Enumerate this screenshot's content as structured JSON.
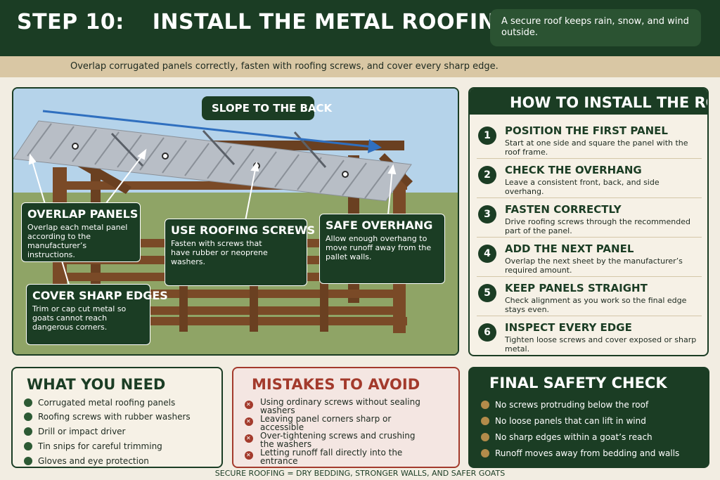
{
  "header": {
    "step": "STEP 10:",
    "title": "INSTALL THE METAL ROOFING",
    "callout": "A secure roof keeps rain, snow, and wind outside."
  },
  "subtitle": "Overlap corrugated panels correctly, fasten with roofing screws, and cover every sharp edge.",
  "diagram": {
    "slope_label": "SLOPE TO THE BACK",
    "callouts": [
      {
        "title": "OVERLAP PANELS",
        "text": "Overlap each metal panel according to the manufacturer’s instructions."
      },
      {
        "title": "USE ROOFING SCREWS",
        "text": "Fasten with screws that have rubber or neoprene washers."
      },
      {
        "title": "SAFE OVERHANG",
        "text": "Allow enough overhang to move runoff away from the pallet walls."
      },
      {
        "title": "COVER SHARP EDGES",
        "text": "Trim or cap cut metal so goats cannot reach dangerous corners."
      }
    ]
  },
  "steps": {
    "title": "HOW TO INSTALL THE ROOF",
    "items": [
      {
        "num": "1",
        "title": "POSITION THE FIRST PANEL",
        "text": "Start at one side and square the panel with the roof frame."
      },
      {
        "num": "2",
        "title": "CHECK THE OVERHANG",
        "text": "Leave a consistent front, back, and side overhang."
      },
      {
        "num": "3",
        "title": "FASTEN CORRECTLY",
        "text": "Drive roofing screws through the recommended part of the panel."
      },
      {
        "num": "4",
        "title": "ADD THE NEXT PANEL",
        "text": "Overlap the next sheet by the manufacturer’s required amount."
      },
      {
        "num": "5",
        "title": "KEEP PANELS STRAIGHT",
        "text": "Check alignment as you work so the final edge stays even."
      },
      {
        "num": "6",
        "title": "INSPECT EVERY EDGE",
        "text": "Tighten loose screws and cover exposed or sharp metal."
      }
    ]
  },
  "need": {
    "title": "WHAT YOU NEED",
    "items": [
      "Corrugated metal roofing panels",
      "Roofing screws with rubber washers",
      "Drill or impact driver",
      "Tin snips for careful trimming",
      "Gloves and eye protection"
    ]
  },
  "mistakes": {
    "title": "MISTAKES TO AVOID",
    "items": [
      {
        "l1": "Using ordinary screws without sealing",
        "l2": "washers"
      },
      {
        "l1": "Leaving panel corners sharp or",
        "l2": "accessible"
      },
      {
        "l1": "Over-tightening screws and crushing",
        "l2": "the washers"
      },
      {
        "l1": "Letting runoff fall directly into the",
        "l2": "entrance"
      }
    ]
  },
  "final": {
    "title": "FINAL SAFETY CHECK",
    "items": [
      "No screws protruding below the roof",
      "No loose panels that can lift in wind",
      "No sharp edges within a goat’s reach",
      "Runoff moves away from bedding and walls"
    ]
  },
  "footer": "SECURE ROOFING = DRY BEDDING, STRONGER WALLS, AND SAFER GOATS",
  "colors": {
    "dark_green": "#1b3d24",
    "tan": "#d9c7a4",
    "red": "#a33a2c",
    "gold": "#b38b4a",
    "sky": "#b5d3ea",
    "grass": "#8fa466",
    "wood": "#7a4a27",
    "metal": "#b8bec6",
    "arrow_blue": "#2f6fbf"
  }
}
